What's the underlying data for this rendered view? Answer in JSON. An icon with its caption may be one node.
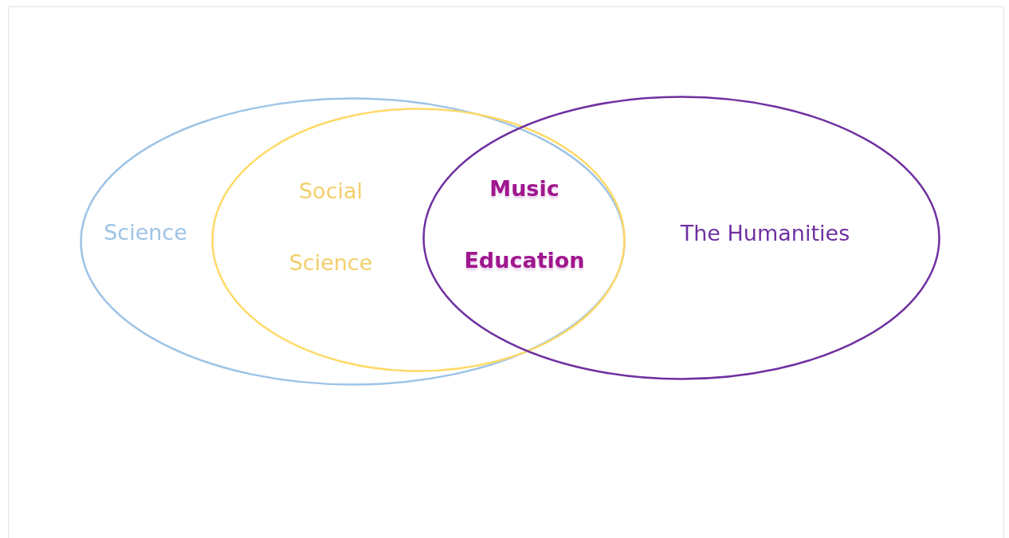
{
  "diagram": {
    "nodes": [
      {
        "text": [
          "Science"
        ]
      },
      {
        "text": [
          "Social Science"
        ],
        "in": 0
      },
      {
        "text": [
          "The Humanities"
        ]
      }
    ],
    "labels": [
      "Music Education"
    ]
  }
}
